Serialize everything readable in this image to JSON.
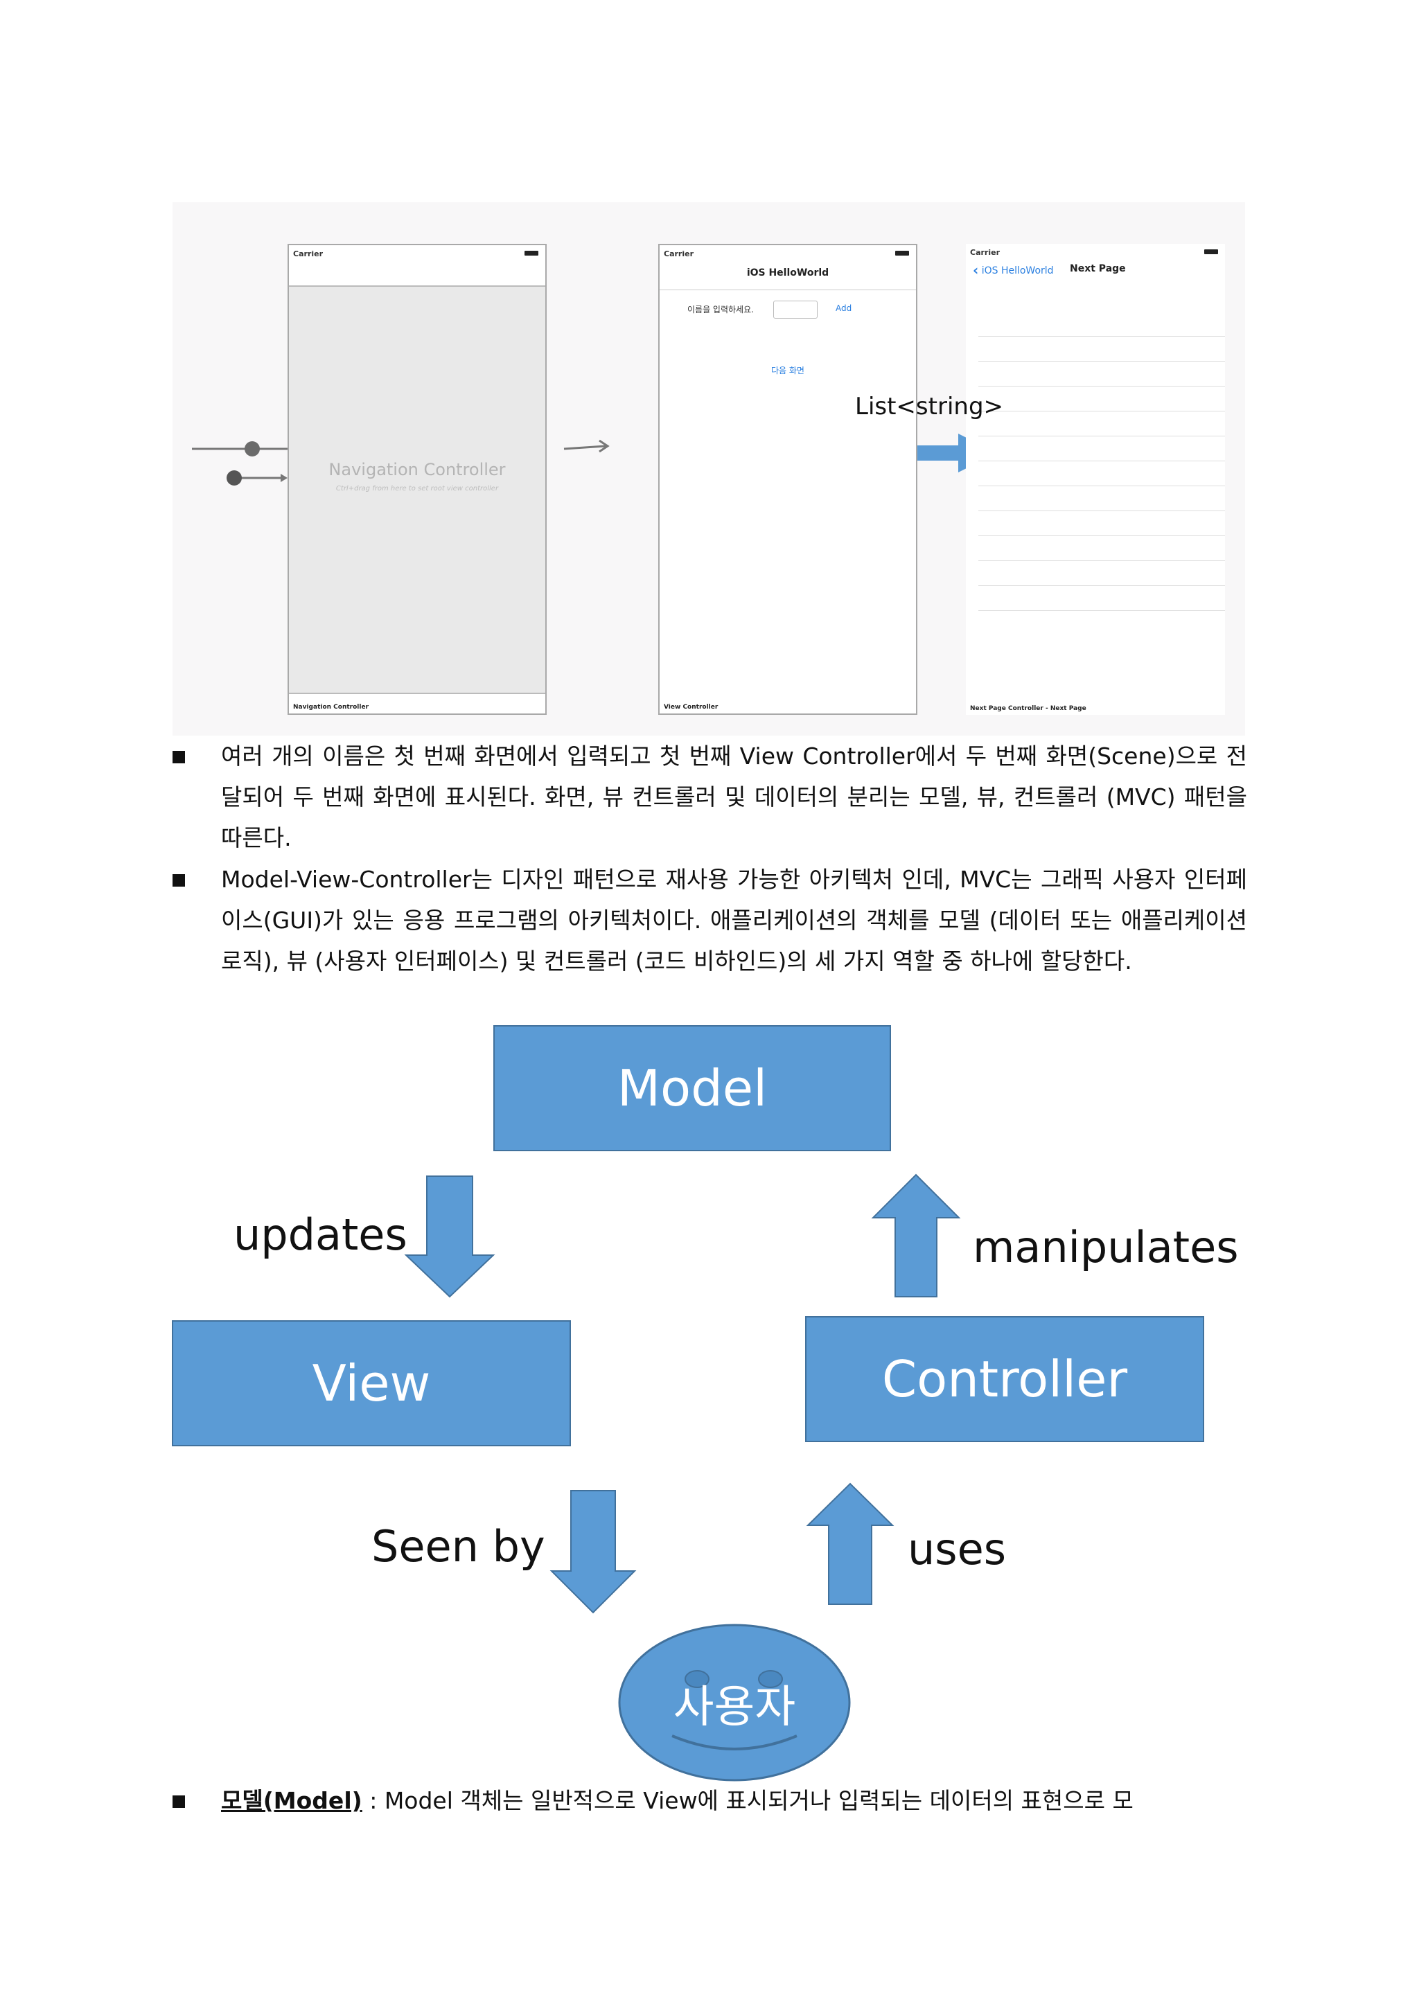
{
  "storyboard": {
    "navigation_phone": {
      "carrier": "Carrier",
      "title": "Navigation Controller",
      "subtitle": "Ctrl+drag from here to set root view controller",
      "footer": "Navigation Controller"
    },
    "view_phone": {
      "carrier": "Carrier",
      "title": "iOS HelloWorld",
      "prompt": "이름을 입력하세요.",
      "add_button": "Add",
      "next_button": "다음 화면",
      "footer": "View Controller"
    },
    "next_phone": {
      "carrier": "Carrier",
      "back_label": "iOS HelloWorld",
      "title": "Next Page",
      "footer": "Next Page Controller - Next Page",
      "row_count": 12
    },
    "transfer_label": "List<string>",
    "colors": {
      "accent_arrow": "#5b9bd5",
      "ios_blue": "#2a7fe0"
    }
  },
  "bullets": {
    "b1": "여러 개의 이름은 첫 번째 화면에서 입력되고 첫 번째 View Controller에서 두 번째 화면(Scene)으로 전달되어 두 번째 화면에 표시된다. 화면, 뷰 컨트롤러 및 데이터의 분리는 모델, 뷰, 컨트롤러 (MVC) 패턴을 따른다.",
    "b2": "Model-View-Controller는 디자인 패턴으로 재사용 가능한 아키텍처 인데, MVC는 그래픽 사용자 인터페이스(GUI)가 있는 응용 프로그램의 아키텍처이다. 애플리케이션의 객체를 모델 (데이터 또는 애플리케이션 로직), 뷰 (사용자 인터페이스) 및 컨트롤러 (코드 비하인드)의 세 가지 역할 중 하나에 할당한다.",
    "b3_term": "모델(Model)",
    "b3_text": " : Model 객체는 일반적으로 View에 표시되거나 입력되는 데이터의 표현으로 모"
  },
  "diagram": {
    "model": "Model",
    "view": "View",
    "controller": "Controller",
    "updates": "updates",
    "manipulates": "manipulates",
    "seen_by": "Seen by",
    "uses": "uses",
    "user": "사용자",
    "colors": {
      "box_fill": "#5b9bd5",
      "box_border": "#41719c"
    }
  }
}
